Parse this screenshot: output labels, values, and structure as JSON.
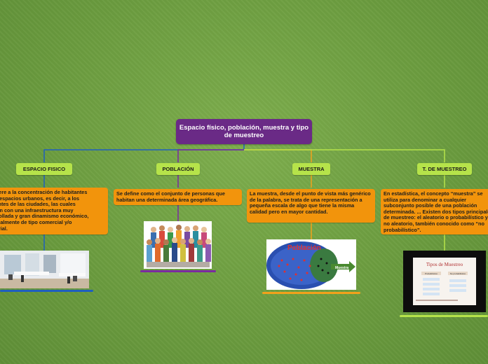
{
  "central": {
    "title": "Espacio físico, población, muestra y tipo de muestreo"
  },
  "branches": [
    {
      "label": "ESPACIO FISICO",
      "text": "Se refiere a la concentración de habitantes\nen los espacios urbanos, es decir, a los\nhabitantes de las ciudades, las cuales\ncuentan con una infraestructura muy\ndesarrollada y gran dinamismo económico,\nprincipalmente de tipo comercial y/o\nindustrial.",
      "line_color": "#1f5fbf"
    },
    {
      "label": "POBLACIÓN",
      "text": "Se define como el conjunto de personas que habitan una determinada área geográfica.",
      "line_color": "#7a2aa0"
    },
    {
      "label": "MUESTRA",
      "text": "La muestra, desde el punto de vista más genérico de la palabra, se trata de una representación a pequeña escala de algo que tiene la misma calidad pero en mayor cantidad.",
      "line_color": "#f2a11b"
    },
    {
      "label": "T. DE MUESTREO",
      "text": "En estadística, el concepto “muestra” se utiliza para denominar a cualquier subconjunto posible de una población determinada. ... Existen dos tipos principales de muestreo: el aleatorio o probabilístico y el no aleatorio, también conocido como “no probabilístico”.",
      "line_color": "#b6e34a"
    }
  ],
  "images": {
    "poblacion_title": "Población",
    "muestra_label": "Muestra",
    "tipos_title": "Tipos de Muestreo",
    "tipos_col1": "Probabilístico",
    "tipos_col2": "No probabilístico"
  }
}
